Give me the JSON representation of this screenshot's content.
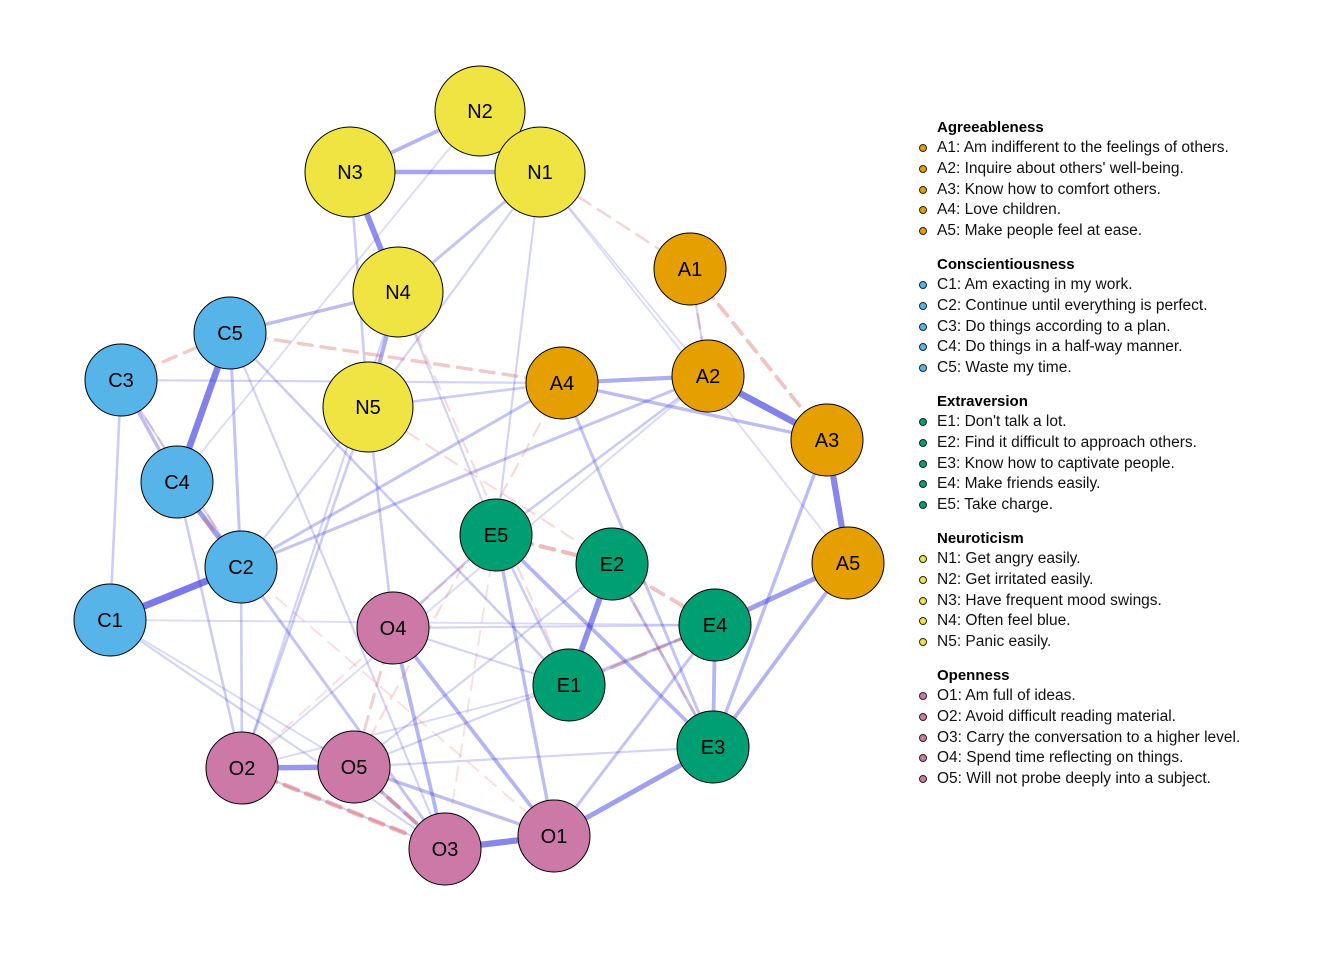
{
  "colors": {
    "Agreeableness": "#E69F00",
    "Conscientiousness": "#56B4E9",
    "Extraversion": "#009E73",
    "Neuroticism": "#F0E442",
    "Openness": "#CC79A7",
    "positive_edge": "#3333dd",
    "negative_edge": "#dd5555"
  },
  "nodes": [
    {
      "id": "N2",
      "label": "N2",
      "group": "Neuroticism"
    },
    {
      "id": "N3",
      "label": "N3",
      "group": "Neuroticism"
    },
    {
      "id": "N1",
      "label": "N1",
      "group": "Neuroticism"
    },
    {
      "id": "N4",
      "label": "N4",
      "group": "Neuroticism"
    },
    {
      "id": "N5",
      "label": "N5",
      "group": "Neuroticism"
    },
    {
      "id": "A1",
      "label": "A1",
      "group": "Agreeableness"
    },
    {
      "id": "A2",
      "label": "A2",
      "group": "Agreeableness"
    },
    {
      "id": "A3",
      "label": "A3",
      "group": "Agreeableness"
    },
    {
      "id": "A4",
      "label": "A4",
      "group": "Agreeableness"
    },
    {
      "id": "A5",
      "label": "A5",
      "group": "Agreeableness"
    },
    {
      "id": "C1",
      "label": "C1",
      "group": "Conscientiousness"
    },
    {
      "id": "C2",
      "label": "C2",
      "group": "Conscientiousness"
    },
    {
      "id": "C3",
      "label": "C3",
      "group": "Conscientiousness"
    },
    {
      "id": "C4",
      "label": "C4",
      "group": "Conscientiousness"
    },
    {
      "id": "C5",
      "label": "C5",
      "group": "Conscientiousness"
    },
    {
      "id": "E1",
      "label": "E1",
      "group": "Extraversion"
    },
    {
      "id": "E2",
      "label": "E2",
      "group": "Extraversion"
    },
    {
      "id": "E3",
      "label": "E3",
      "group": "Extraversion"
    },
    {
      "id": "E4",
      "label": "E4",
      "group": "Extraversion"
    },
    {
      "id": "E5",
      "label": "E5",
      "group": "Extraversion"
    },
    {
      "id": "O1",
      "label": "O1",
      "group": "Openness"
    },
    {
      "id": "O2",
      "label": "O2",
      "group": "Openness"
    },
    {
      "id": "O3",
      "label": "O3",
      "group": "Openness"
    },
    {
      "id": "O4",
      "label": "O4",
      "group": "Openness"
    },
    {
      "id": "O5",
      "label": "O5",
      "group": "Openness"
    }
  ],
  "edges": [
    {
      "from": "N3",
      "to": "N1",
      "sign": "positive",
      "weight": 0.45
    },
    {
      "from": "N2",
      "to": "N3",
      "sign": "positive",
      "weight": 0.35
    },
    {
      "from": "N2",
      "to": "N1",
      "sign": "positive",
      "weight": 0.35
    },
    {
      "from": "N3",
      "to": "N4",
      "sign": "positive",
      "weight": 0.6
    },
    {
      "from": "N4",
      "to": "N5",
      "sign": "positive",
      "weight": 0.4
    },
    {
      "from": "N1",
      "to": "N4",
      "sign": "positive",
      "weight": 0.25
    },
    {
      "from": "N3",
      "to": "N5",
      "sign": "positive",
      "weight": 0.2
    },
    {
      "from": "N1",
      "to": "N5",
      "sign": "positive",
      "weight": 0.15
    },
    {
      "from": "C5",
      "to": "N4",
      "sign": "positive",
      "weight": 0.3
    },
    {
      "from": "C5",
      "to": "C4",
      "sign": "positive",
      "weight": 0.7
    },
    {
      "from": "C4",
      "to": "C2",
      "sign": "positive",
      "weight": 0.5
    },
    {
      "from": "C2",
      "to": "C1",
      "sign": "positive",
      "weight": 0.75
    },
    {
      "from": "C3",
      "to": "C4",
      "sign": "positive",
      "weight": 0.3
    },
    {
      "from": "C3",
      "to": "C1",
      "sign": "positive",
      "weight": 0.2
    },
    {
      "from": "C5",
      "to": "C2",
      "sign": "positive",
      "weight": 0.25
    },
    {
      "from": "C3",
      "to": "C2",
      "sign": "positive",
      "weight": 0.15
    },
    {
      "from": "C1",
      "to": "O3",
      "sign": "positive",
      "weight": 0.15
    },
    {
      "from": "A2",
      "to": "A3",
      "sign": "positive",
      "weight": 0.7
    },
    {
      "from": "A3",
      "to": "A5",
      "sign": "positive",
      "weight": 0.65
    },
    {
      "from": "A4",
      "to": "A2",
      "sign": "positive",
      "weight": 0.4
    },
    {
      "from": "A1",
      "to": "A2",
      "sign": "positive",
      "weight": 0.15
    },
    {
      "from": "A4",
      "to": "A3",
      "sign": "positive",
      "weight": 0.3
    },
    {
      "from": "A5",
      "to": "E4",
      "sign": "positive",
      "weight": 0.5
    },
    {
      "from": "A5",
      "to": "E3",
      "sign": "positive",
      "weight": 0.35
    },
    {
      "from": "A3",
      "to": "E3",
      "sign": "positive",
      "weight": 0.3
    },
    {
      "from": "A2",
      "to": "E5",
      "sign": "positive",
      "weight": 0.2
    },
    {
      "from": "A4",
      "to": "E3",
      "sign": "positive",
      "weight": 0.25
    },
    {
      "from": "E2",
      "to": "E1",
      "sign": "positive",
      "weight": 0.6
    },
    {
      "from": "E5",
      "to": "E3",
      "sign": "positive",
      "weight": 0.35
    },
    {
      "from": "E4",
      "to": "E3",
      "sign": "positive",
      "weight": 0.35
    },
    {
      "from": "E2",
      "to": "E3",
      "sign": "positive",
      "weight": 0.25
    },
    {
      "from": "E1",
      "to": "E4",
      "sign": "positive",
      "weight": 0.2
    },
    {
      "from": "E5",
      "to": "E1",
      "sign": "positive",
      "weight": 0.2
    },
    {
      "from": "E3",
      "to": "O1",
      "sign": "positive",
      "weight": 0.5
    },
    {
      "from": "E4",
      "to": "O1",
      "sign": "positive",
      "weight": 0.25
    },
    {
      "from": "O1",
      "to": "O3",
      "sign": "positive",
      "weight": 0.65
    },
    {
      "from": "O2",
      "to": "O5",
      "sign": "positive",
      "weight": 0.55
    },
    {
      "from": "O4",
      "to": "O1",
      "sign": "positive",
      "weight": 0.35
    },
    {
      "from": "O4",
      "to": "O3",
      "sign": "positive",
      "weight": 0.35
    },
    {
      "from": "O5",
      "to": "O1",
      "sign": "positive",
      "weight": 0.3
    },
    {
      "from": "O2",
      "to": "O3",
      "sign": "positive",
      "weight": 0.15
    },
    {
      "from": "O5",
      "to": "O3",
      "sign": "positive",
      "weight": 0.3
    },
    {
      "from": "E5",
      "to": "O1",
      "sign": "positive",
      "weight": 0.3
    },
    {
      "from": "C2",
      "to": "O2",
      "sign": "positive",
      "weight": 0.2
    },
    {
      "from": "C2",
      "to": "O3",
      "sign": "positive",
      "weight": 0.25
    },
    {
      "from": "C2",
      "to": "A4",
      "sign": "positive",
      "weight": 0.25
    },
    {
      "from": "C2",
      "to": "A2",
      "sign": "positive",
      "weight": 0.25
    },
    {
      "from": "C4",
      "to": "O2",
      "sign": "positive",
      "weight": 0.2
    },
    {
      "from": "C3",
      "to": "A4",
      "sign": "positive",
      "weight": 0.15
    },
    {
      "from": "C5",
      "to": "E1",
      "sign": "positive",
      "weight": 0.2
    },
    {
      "from": "C5",
      "to": "O3",
      "sign": "positive",
      "weight": 0.15
    },
    {
      "from": "N5",
      "to": "O4",
      "sign": "positive",
      "weight": 0.2
    },
    {
      "from": "N5",
      "to": "A4",
      "sign": "positive",
      "weight": 0.2
    },
    {
      "from": "N5",
      "to": "O2",
      "sign": "positive",
      "weight": 0.2
    },
    {
      "from": "N5",
      "to": "C2",
      "sign": "positive",
      "weight": 0.15
    },
    {
      "from": "N4",
      "to": "E5",
      "sign": "positive",
      "weight": 0.15
    },
    {
      "from": "N1",
      "to": "E5",
      "sign": "positive",
      "weight": 0.15
    },
    {
      "from": "N1",
      "to": "A5",
      "sign": "positive",
      "weight": 0.1
    },
    {
      "from": "N4",
      "to": "O2",
      "sign": "positive",
      "weight": 0.15
    },
    {
      "from": "N2",
      "to": "C4",
      "sign": "positive",
      "weight": 0.1
    },
    {
      "from": "O4",
      "to": "E5",
      "sign": "positive",
      "weight": 0.2
    },
    {
      "from": "O4",
      "to": "E4",
      "sign": "positive",
      "weight": 0.15
    },
    {
      "from": "O4",
      "to": "E1",
      "sign": "positive",
      "weight": 0.15
    },
    {
      "from": "O5",
      "to": "E4",
      "sign": "positive",
      "weight": 0.15
    },
    {
      "from": "O5",
      "to": "E2",
      "sign": "positive",
      "weight": 0.15
    },
    {
      "from": "O2",
      "to": "E1",
      "sign": "positive",
      "weight": 0.12
    },
    {
      "from": "C1",
      "to": "E4",
      "sign": "positive",
      "weight": 0.1
    },
    {
      "from": "C1",
      "to": "O5",
      "sign": "positive",
      "weight": 0.12
    },
    {
      "from": "E3",
      "to": "O5",
      "sign": "positive",
      "weight": 0.15
    },
    {
      "from": "A2",
      "to": "O2",
      "sign": "positive",
      "weight": 0.12
    },
    {
      "from": "N1",
      "to": "A2",
      "sign": "positive",
      "weight": 0.1
    },
    {
      "from": "A1",
      "to": "A3",
      "sign": "negative",
      "weight": 0.35
    },
    {
      "from": "A1",
      "to": "A2",
      "sign": "negative",
      "weight": 0.2
    },
    {
      "from": "C3",
      "to": "C5",
      "sign": "negative",
      "weight": 0.3
    },
    {
      "from": "C5",
      "to": "A4",
      "sign": "negative",
      "weight": 0.3
    },
    {
      "from": "E5",
      "to": "E2",
      "sign": "negative",
      "weight": 0.4
    },
    {
      "from": "E2",
      "to": "E4",
      "sign": "negative",
      "weight": 0.35
    },
    {
      "from": "E1",
      "to": "E4",
      "sign": "negative",
      "weight": 0.3
    },
    {
      "from": "O2",
      "to": "O3",
      "sign": "negative",
      "weight": 0.45
    },
    {
      "from": "O5",
      "to": "O3",
      "sign": "negative",
      "weight": 0.4
    },
    {
      "from": "O4",
      "to": "O5",
      "sign": "negative",
      "weight": 0.25
    },
    {
      "from": "C4",
      "to": "C2",
      "sign": "negative",
      "weight": 0.25
    },
    {
      "from": "C3",
      "to": "C2",
      "sign": "negative",
      "weight": 0.15
    },
    {
      "from": "N1",
      "to": "A1",
      "sign": "negative",
      "weight": 0.2
    },
    {
      "from": "N5",
      "to": "E2",
      "sign": "negative",
      "weight": 0.15
    },
    {
      "from": "N4",
      "to": "E1",
      "sign": "negative",
      "weight": 0.15
    },
    {
      "from": "A4",
      "to": "O5",
      "sign": "negative",
      "weight": 0.15
    },
    {
      "from": "E5",
      "to": "O2",
      "sign": "negative",
      "weight": 0.12
    },
    {
      "from": "E2",
      "to": "E3",
      "sign": "negative",
      "weight": 0.15
    },
    {
      "from": "O3",
      "to": "E5",
      "sign": "negative",
      "weight": 0.12
    },
    {
      "from": "C2",
      "to": "O1",
      "sign": "negative",
      "weight": 0.12
    }
  ],
  "legend": [
    {
      "group": "Agreeableness",
      "items": [
        "A1: Am indifferent to the feelings of others.",
        "A2: Inquire about others' well-being.",
        "A3: Know how to comfort others.",
        "A4: Love children.",
        "A5: Make people feel at ease."
      ]
    },
    {
      "group": "Conscientiousness",
      "items": [
        "C1: Am exacting in my work.",
        "C2: Continue until everything is perfect.",
        "C3: Do things according to a plan.",
        "C4: Do things in a half-way manner.",
        "C5: Waste my time."
      ]
    },
    {
      "group": "Extraversion",
      "items": [
        "E1: Don't talk a lot.",
        "E2: Find it difficult to approach others.",
        "E3: Know how to captivate people.",
        "E4: Make friends easily.",
        "E5: Take charge."
      ]
    },
    {
      "group": "Neuroticism",
      "items": [
        "N1: Get angry easily.",
        "N2: Get irritated easily.",
        "N3: Have frequent mood swings.",
        "N4: Often feel blue.",
        "N5: Panic easily."
      ]
    },
    {
      "group": "Openness",
      "items": [
        "O1: Am full of ideas.",
        "O2: Avoid difficult reading material.",
        "O3: Carry the conversation to a higher level.",
        "O4: Spend time reflecting on things.",
        "O5: Will not probe deeply into a subject."
      ]
    }
  ]
}
